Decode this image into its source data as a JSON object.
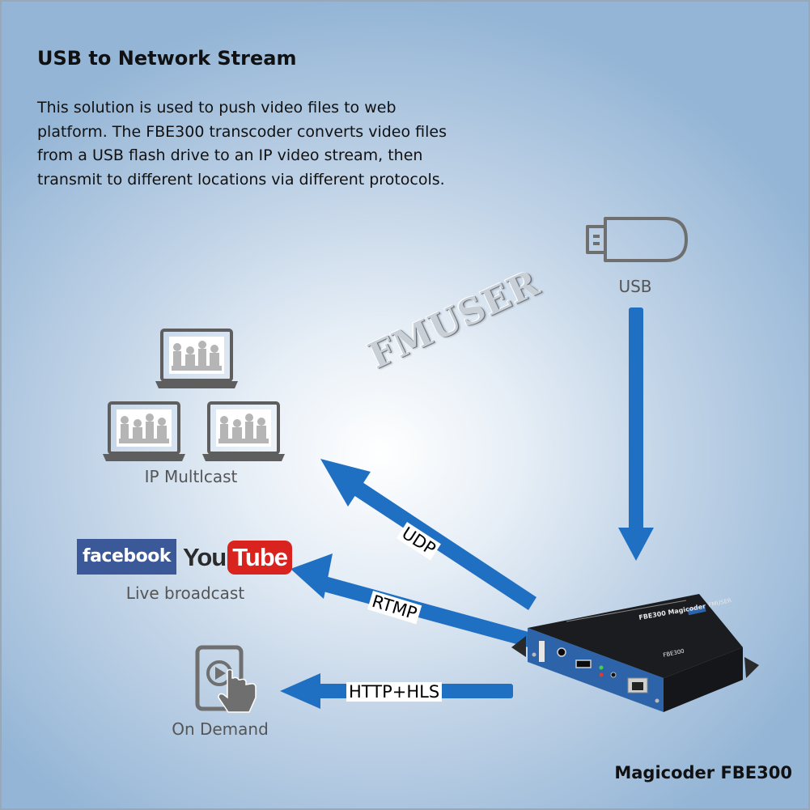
{
  "title": "USB to Network Stream",
  "description_lines": [
    "This solution is used to push video files to web",
    "platform. The FBE300 transcoder converts video files",
    "from a USB flash drive to an IP video stream, then",
    "transmit to different locations via different protocols."
  ],
  "watermark": "FMUSER",
  "nodes": {
    "usb": {
      "label": "USB",
      "icon": "usb-drive-icon"
    },
    "multicast": {
      "label": "IP Multlcast",
      "icon": "laptop-icon"
    },
    "broadcast": {
      "label": "Live broadcast",
      "facebook": "facebook",
      "youtube_you": "You",
      "youtube_tube": "Tube"
    },
    "on_demand": {
      "label": "On Demand",
      "icon": "tablet-touch-icon"
    }
  },
  "protocols": {
    "udp": "UDP",
    "rtmp": "RTMP",
    "http_hls": "HTTP+HLS"
  },
  "device": {
    "top_label": "FBE300 Magicoder",
    "brand": "FMUSER",
    "model": "FBE300"
  },
  "product_name": "Magicoder FBE300",
  "colors": {
    "arrow": "#1f6fc2",
    "device_body": "#1e1f22",
    "device_panel": "#2d63a8",
    "facebook": "#3b5998",
    "youtube": "#d8231e",
    "icon_gray": "#6f6f6f"
  }
}
